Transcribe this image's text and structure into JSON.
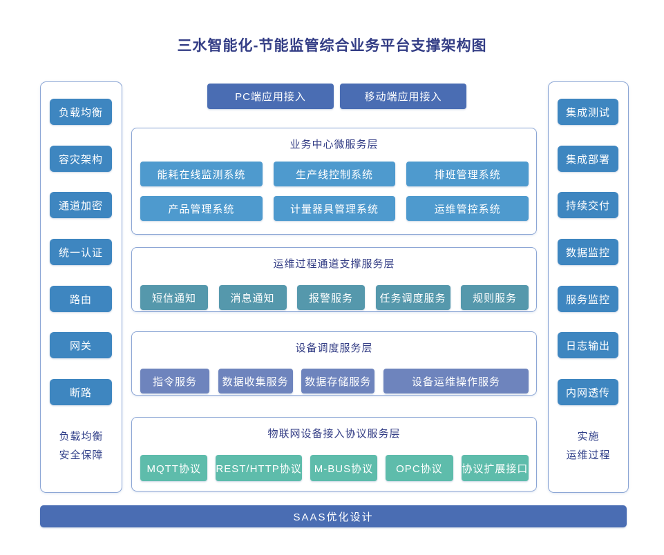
{
  "title": "三水智能化-节能监管综合业务平台支撑架构图",
  "colors": {
    "title_text": "#333d85",
    "panel_border": "#8ca6d5",
    "side_node": "#3e86c0",
    "business_node": "#4e9ace",
    "channel_node": "#5598ac",
    "device_node": "#6e84bd",
    "iot_node": "#5ebcab",
    "indigo_node": "#4a6db3"
  },
  "left_panel": {
    "items": [
      "负载均衡",
      "容灾架构",
      "通道加密",
      "统一认证",
      "路由",
      "网关",
      "断路"
    ],
    "caption_line1": "负载均衡",
    "caption_line2": "安全保障"
  },
  "right_panel": {
    "items": [
      "集成测试",
      "集成部署",
      "持续交付",
      "数据监控",
      "服务监控",
      "日志输出",
      "内网透传"
    ],
    "caption_line1": "实施",
    "caption_line2": "运维过程"
  },
  "access": {
    "pc": "PC端应用接入",
    "mobile": "移动端应用接入"
  },
  "layers": [
    {
      "title": "业务中心微服务层",
      "items": [
        "能耗在线监测系统",
        "生产线控制系统",
        "排班管理系统",
        "产品管理系统",
        "计量器具管理系统",
        "运维管控系统"
      ]
    },
    {
      "title": "运维过程通道支撑服务层",
      "items": [
        "短信通知",
        "消息通知",
        "报警服务",
        "任务调度服务",
        "规则服务"
      ]
    },
    {
      "title": "设备调度服务层",
      "items": [
        "指令服务",
        "数据收集服务",
        "数据存储服务",
        "设备运维操作服务"
      ]
    },
    {
      "title": "物联网设备接入协议服务层",
      "items": [
        "MQTT协议",
        "REST/HTTP协议",
        "M-BUS协议",
        "OPC协议",
        "协议扩展接口"
      ]
    }
  ],
  "footer": "SAAS优化设计"
}
